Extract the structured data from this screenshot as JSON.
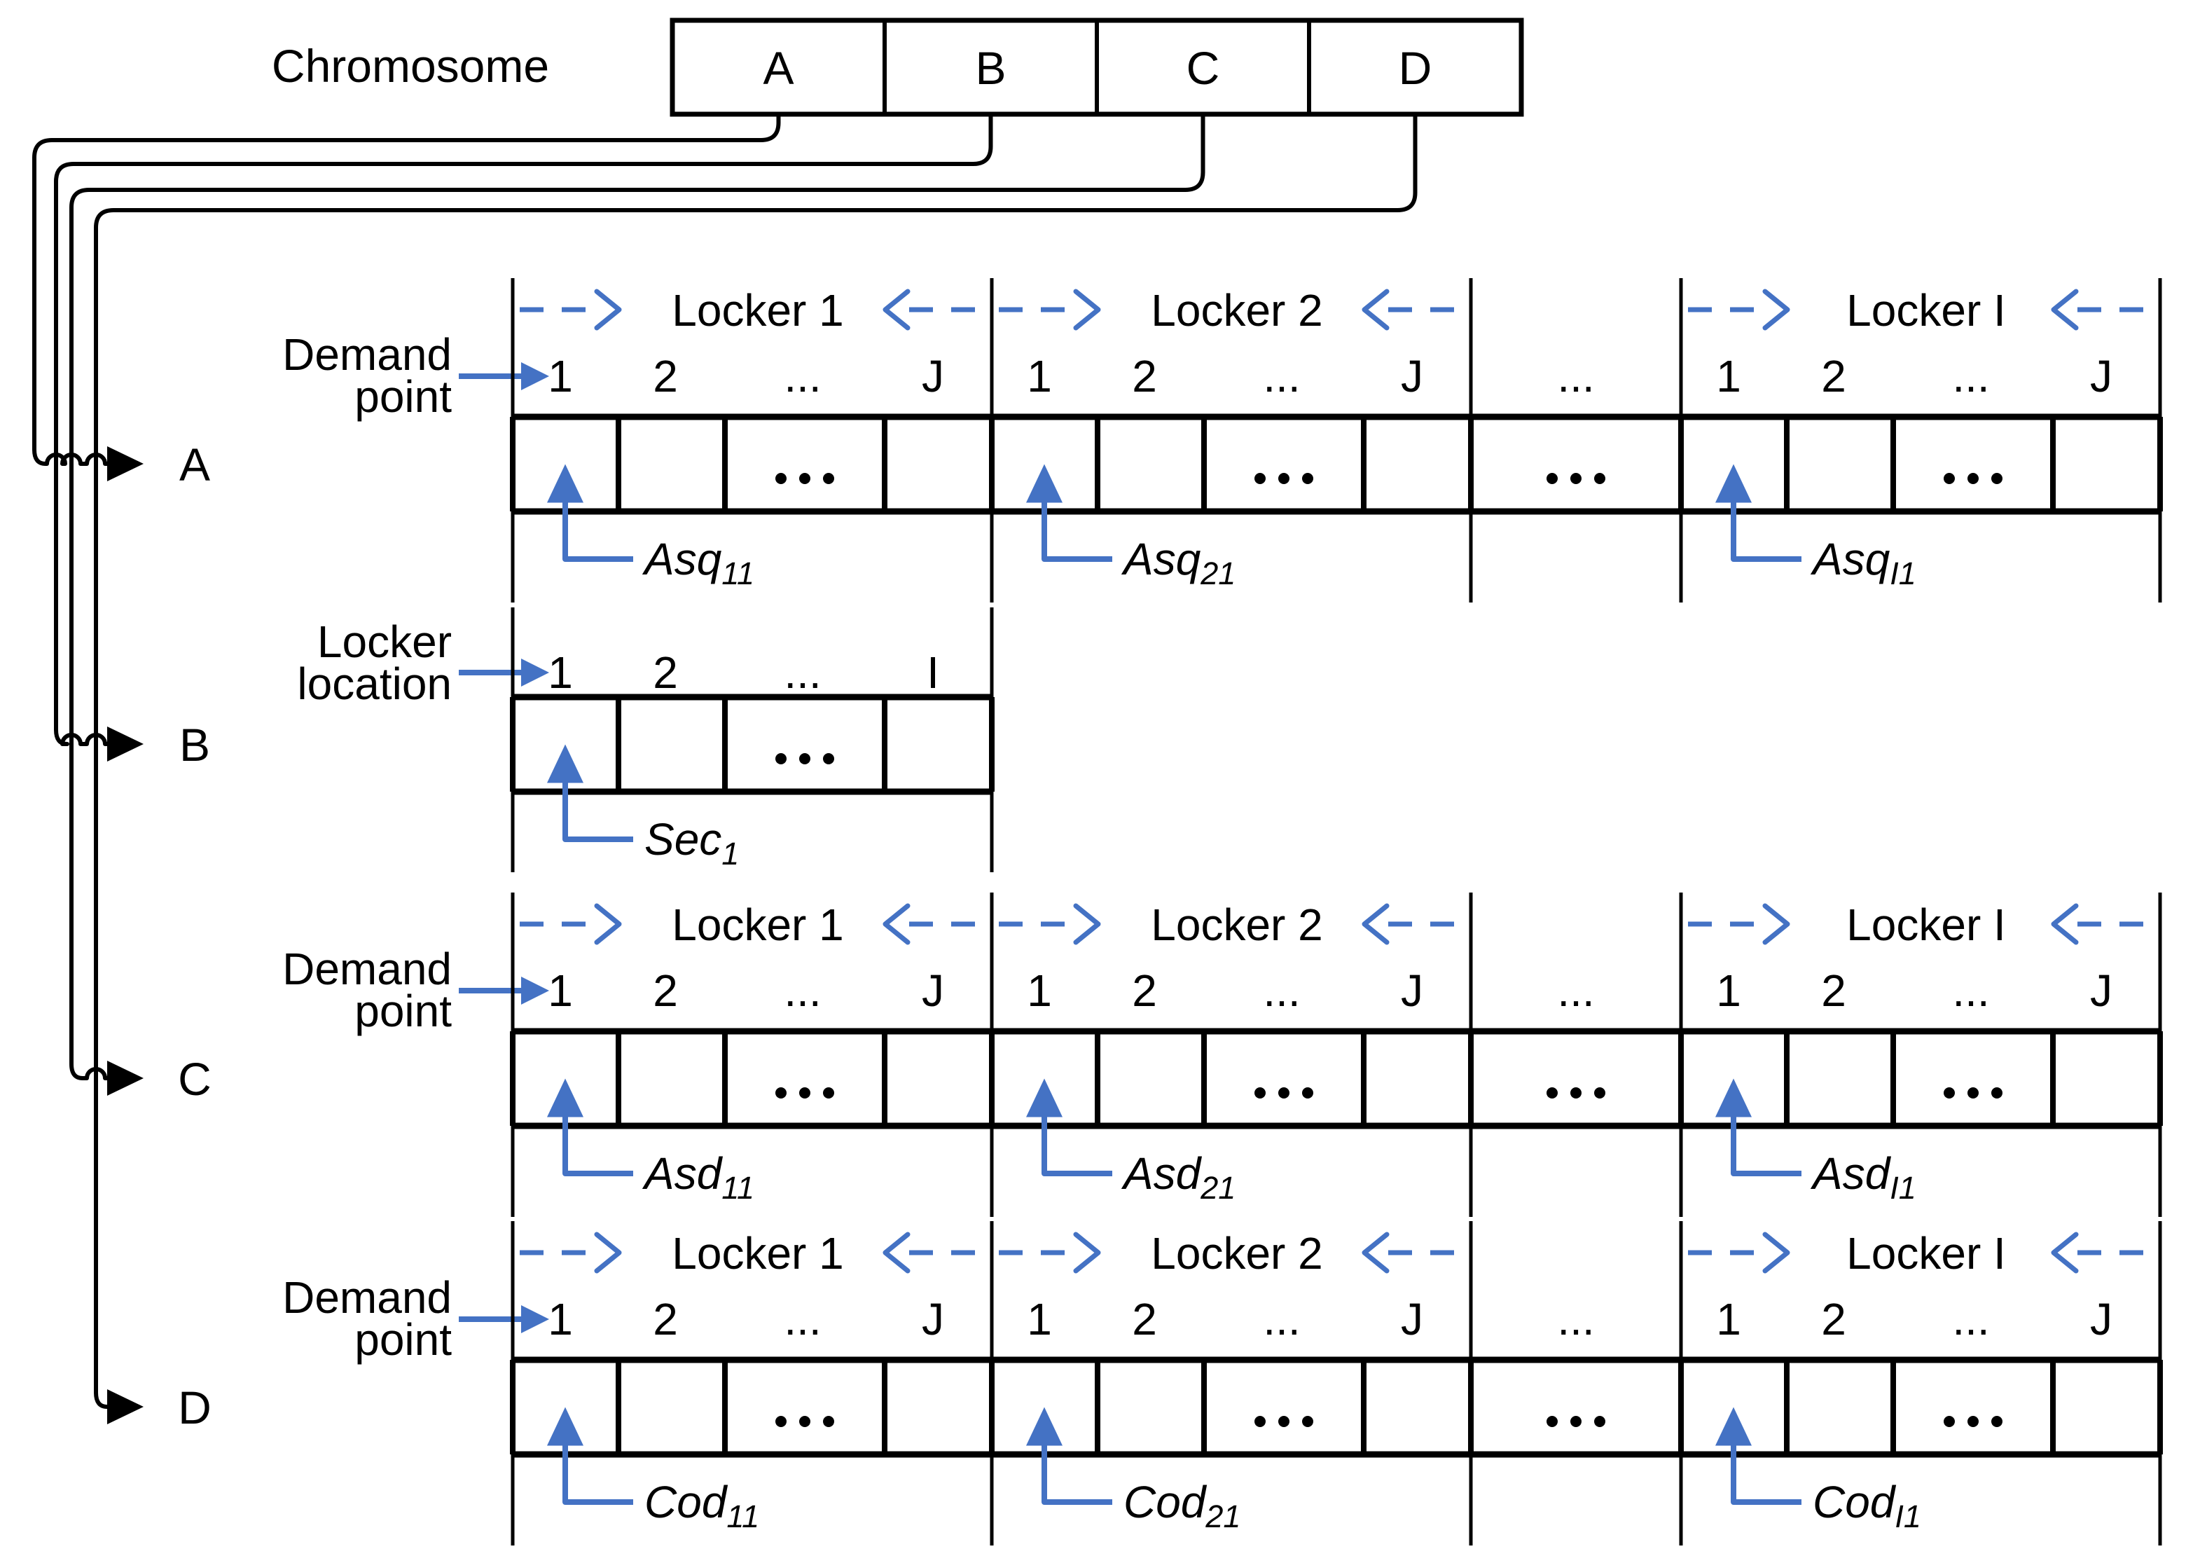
{
  "title": "Chromosome",
  "colors": {
    "accent": "#4472C4",
    "line": "#000000"
  },
  "chromosome": {
    "cells": [
      "A",
      "B",
      "C",
      "D"
    ]
  },
  "ellipsis": "...",
  "rows": [
    {
      "id": "A",
      "pointer_label": "A",
      "side_label_lines": [
        "Demand",
        "point"
      ],
      "type": "wide",
      "lockers": [
        {
          "header": "Locker 1",
          "columns": [
            "1",
            "2",
            "...",
            "J"
          ],
          "gene": {
            "base": "Asq",
            "sub": "11"
          }
        },
        {
          "header": "Locker 2",
          "columns": [
            "1",
            "2",
            "...",
            "J"
          ],
          "gene": {
            "base": "Asq",
            "sub": "21"
          }
        },
        {
          "header": "Locker I",
          "columns": [
            "1",
            "2",
            "...",
            "J"
          ],
          "gene": {
            "base": "Asq",
            "sub": "I1"
          }
        }
      ],
      "gap": {
        "top": "...",
        "cell": "..."
      }
    },
    {
      "id": "B",
      "pointer_label": "B",
      "side_label_lines": [
        "Locker",
        "location"
      ],
      "type": "narrow",
      "lockers": [
        {
          "header": null,
          "columns": [
            "1",
            "2",
            "...",
            "I"
          ],
          "gene": {
            "base": "Sec",
            "sub": "1"
          }
        }
      ],
      "gap": null
    },
    {
      "id": "C",
      "pointer_label": "C",
      "side_label_lines": [
        "Demand",
        "point"
      ],
      "type": "wide",
      "lockers": [
        {
          "header": "Locker 1",
          "columns": [
            "1",
            "2",
            "...",
            "J"
          ],
          "gene": {
            "base": "Asd",
            "sub": "11"
          }
        },
        {
          "header": "Locker 2",
          "columns": [
            "1",
            "2",
            "...",
            "J"
          ],
          "gene": {
            "base": "Asd",
            "sub": "21"
          }
        },
        {
          "header": "Locker I",
          "columns": [
            "1",
            "2",
            "...",
            "J"
          ],
          "gene": {
            "base": "Asd",
            "sub": "I1"
          }
        }
      ],
      "gap": {
        "top": "...",
        "cell": "..."
      }
    },
    {
      "id": "D",
      "pointer_label": "D",
      "side_label_lines": [
        "Demand",
        "point"
      ],
      "type": "wide",
      "lockers": [
        {
          "header": "Locker 1",
          "columns": [
            "1",
            "2",
            "...",
            "J"
          ],
          "gene": {
            "base": "Cod",
            "sub": "11"
          }
        },
        {
          "header": "Locker 2",
          "columns": [
            "1",
            "2",
            "...",
            "J"
          ],
          "gene": {
            "base": "Cod",
            "sub": "21"
          }
        },
        {
          "header": "Locker I",
          "columns": [
            "1",
            "2",
            "...",
            "J"
          ],
          "gene": {
            "base": "Cod",
            "sub": "I1"
          }
        }
      ],
      "gap": {
        "top": "...",
        "cell": "..."
      }
    }
  ]
}
